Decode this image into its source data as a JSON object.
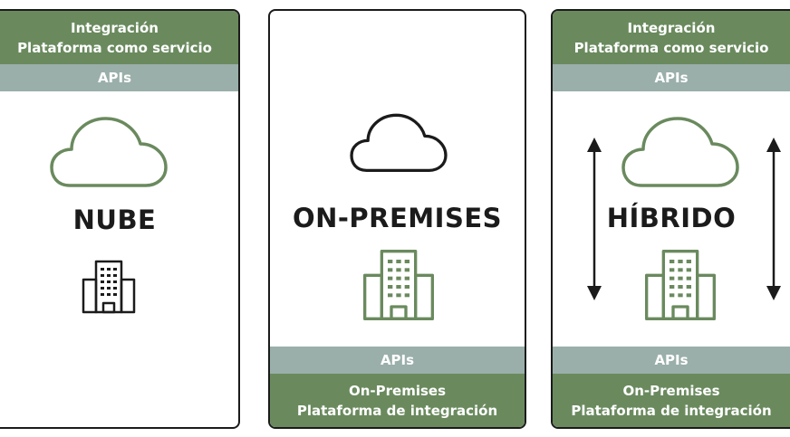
{
  "panels": {
    "cloud": {
      "top_band": {
        "line1": "Integración",
        "line2": "Plataforma como servicio"
      },
      "apis_label": "APIs",
      "title": "NUBE",
      "cloud_icon": "cloud-icon",
      "building_icon": "building-icon"
    },
    "onprem": {
      "title": "ON-PREMISES",
      "cloud_icon": "cloud-icon",
      "building_icon": "building-icon",
      "apis_label": "APIs",
      "bottom_band": {
        "line1": "On-Premises",
        "line2": "Plataforma de integración"
      }
    },
    "hybrid": {
      "top_band": {
        "line1": "Integración",
        "line2": "Plataforma como servicio"
      },
      "apis_top_label": "APIs",
      "title": "HÍBRIDO",
      "cloud_icon": "cloud-icon",
      "building_icon": "building-icon",
      "arrow_icon": "double-arrow-vertical-icon",
      "apis_bottom_label": "APIs",
      "bottom_band": {
        "line1": "On-Premises",
        "line2": "Plataforma de integración"
      }
    }
  },
  "colors": {
    "green": "#6a8a5e",
    "grey_band": "#9aafaa",
    "outline_dark": "#1b1b1b",
    "icon_green": "#6a8a5e"
  }
}
